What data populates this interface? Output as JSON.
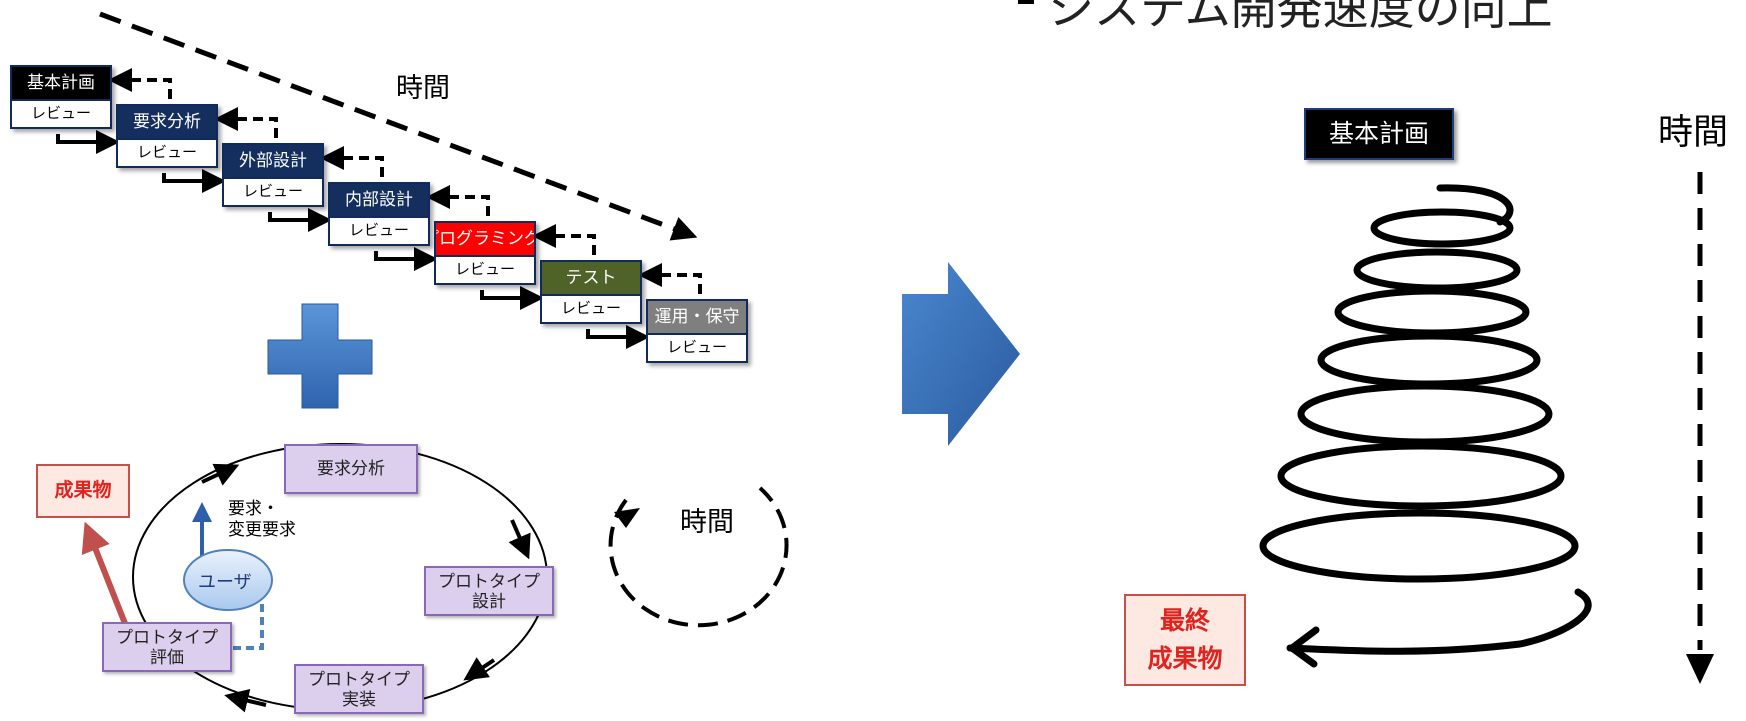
{
  "header": {
    "title_fragment": "システム開発速度の向上"
  },
  "waterfall": {
    "time_label": "時間",
    "steps": [
      {
        "label": "基本計画",
        "review": "レビュー",
        "color": "#000000"
      },
      {
        "label": "要求分析",
        "review": "レビュー",
        "color": "#142f5e"
      },
      {
        "label": "外部設計",
        "review": "レビュー",
        "color": "#142f5e"
      },
      {
        "label": "内部設計",
        "review": "レビュー",
        "color": "#142f5e"
      },
      {
        "label": "プログラミング",
        "review": "レビュー",
        "color": "#ff0000"
      },
      {
        "label": "テスト",
        "review": "レビュー",
        "color": "#4f6228"
      },
      {
        "label": "運用・保守",
        "review": "レビュー",
        "color": "#7f7f7f"
      }
    ]
  },
  "prototype_cycle": {
    "result_label": "成果物",
    "request_note_line1": "要求・",
    "request_note_line2": "変更要求",
    "user_label": "ユーザ",
    "time_label": "時間",
    "nodes": {
      "requirements": "要求分析",
      "design_line1": "プロトタイプ",
      "design_line2": "設計",
      "impl_line1": "プロトタイプ",
      "impl_line2": "実装",
      "eval_line1": "プロトタイプ",
      "eval_line2": "評価"
    }
  },
  "spiral": {
    "plan_label": "基本計画",
    "time_label": "時間",
    "final_line1": "最終",
    "final_line2": "成果物"
  },
  "colors": {
    "plus_blue": "#3d78c4",
    "arrow_blue": "#2f5fa8",
    "waterfall_border": "#102a5c",
    "cycle_fill": "#dccfee",
    "result_red": "#e0231e",
    "user_arrow_red": "#c0504d"
  }
}
